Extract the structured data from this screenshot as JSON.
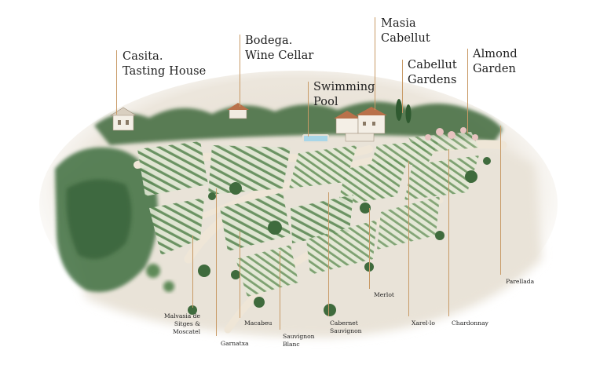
{
  "colors": {
    "leader_line": "#c89a66",
    "label_text": "#1e1e1e",
    "vine_row": "#4f7a4c",
    "tree_canopy": "#3f6b3d",
    "path": "#eadfd0",
    "pool_water": "#a8d6e8",
    "roof": "#b9714a"
  },
  "map": {
    "places": {
      "casita": "Casita.\nTasting House",
      "bodega": "Bodega.\nWine Cellar",
      "swimming_pool": "Swimming\nPool",
      "masia": "Masia\nCabellut",
      "cabellut_gardens": "Cabellut\nGardens",
      "almond_garden": "Almond\nGarden"
    },
    "varieties": {
      "malvasia": "Malvasia de\nSitges & Moscatel",
      "garnatxa": "Garnatxa",
      "macabeu": "Macabeu",
      "sauvignon_blanc": "Sauvignon\nBlanc",
      "cabernet_sauvignon": "Cabernet\nSauvignon",
      "merlot": "Merlot",
      "xarel_lo": "Xarel·lo",
      "chardonnay": "Chardonnay",
      "parellada": "Parellada"
    }
  }
}
